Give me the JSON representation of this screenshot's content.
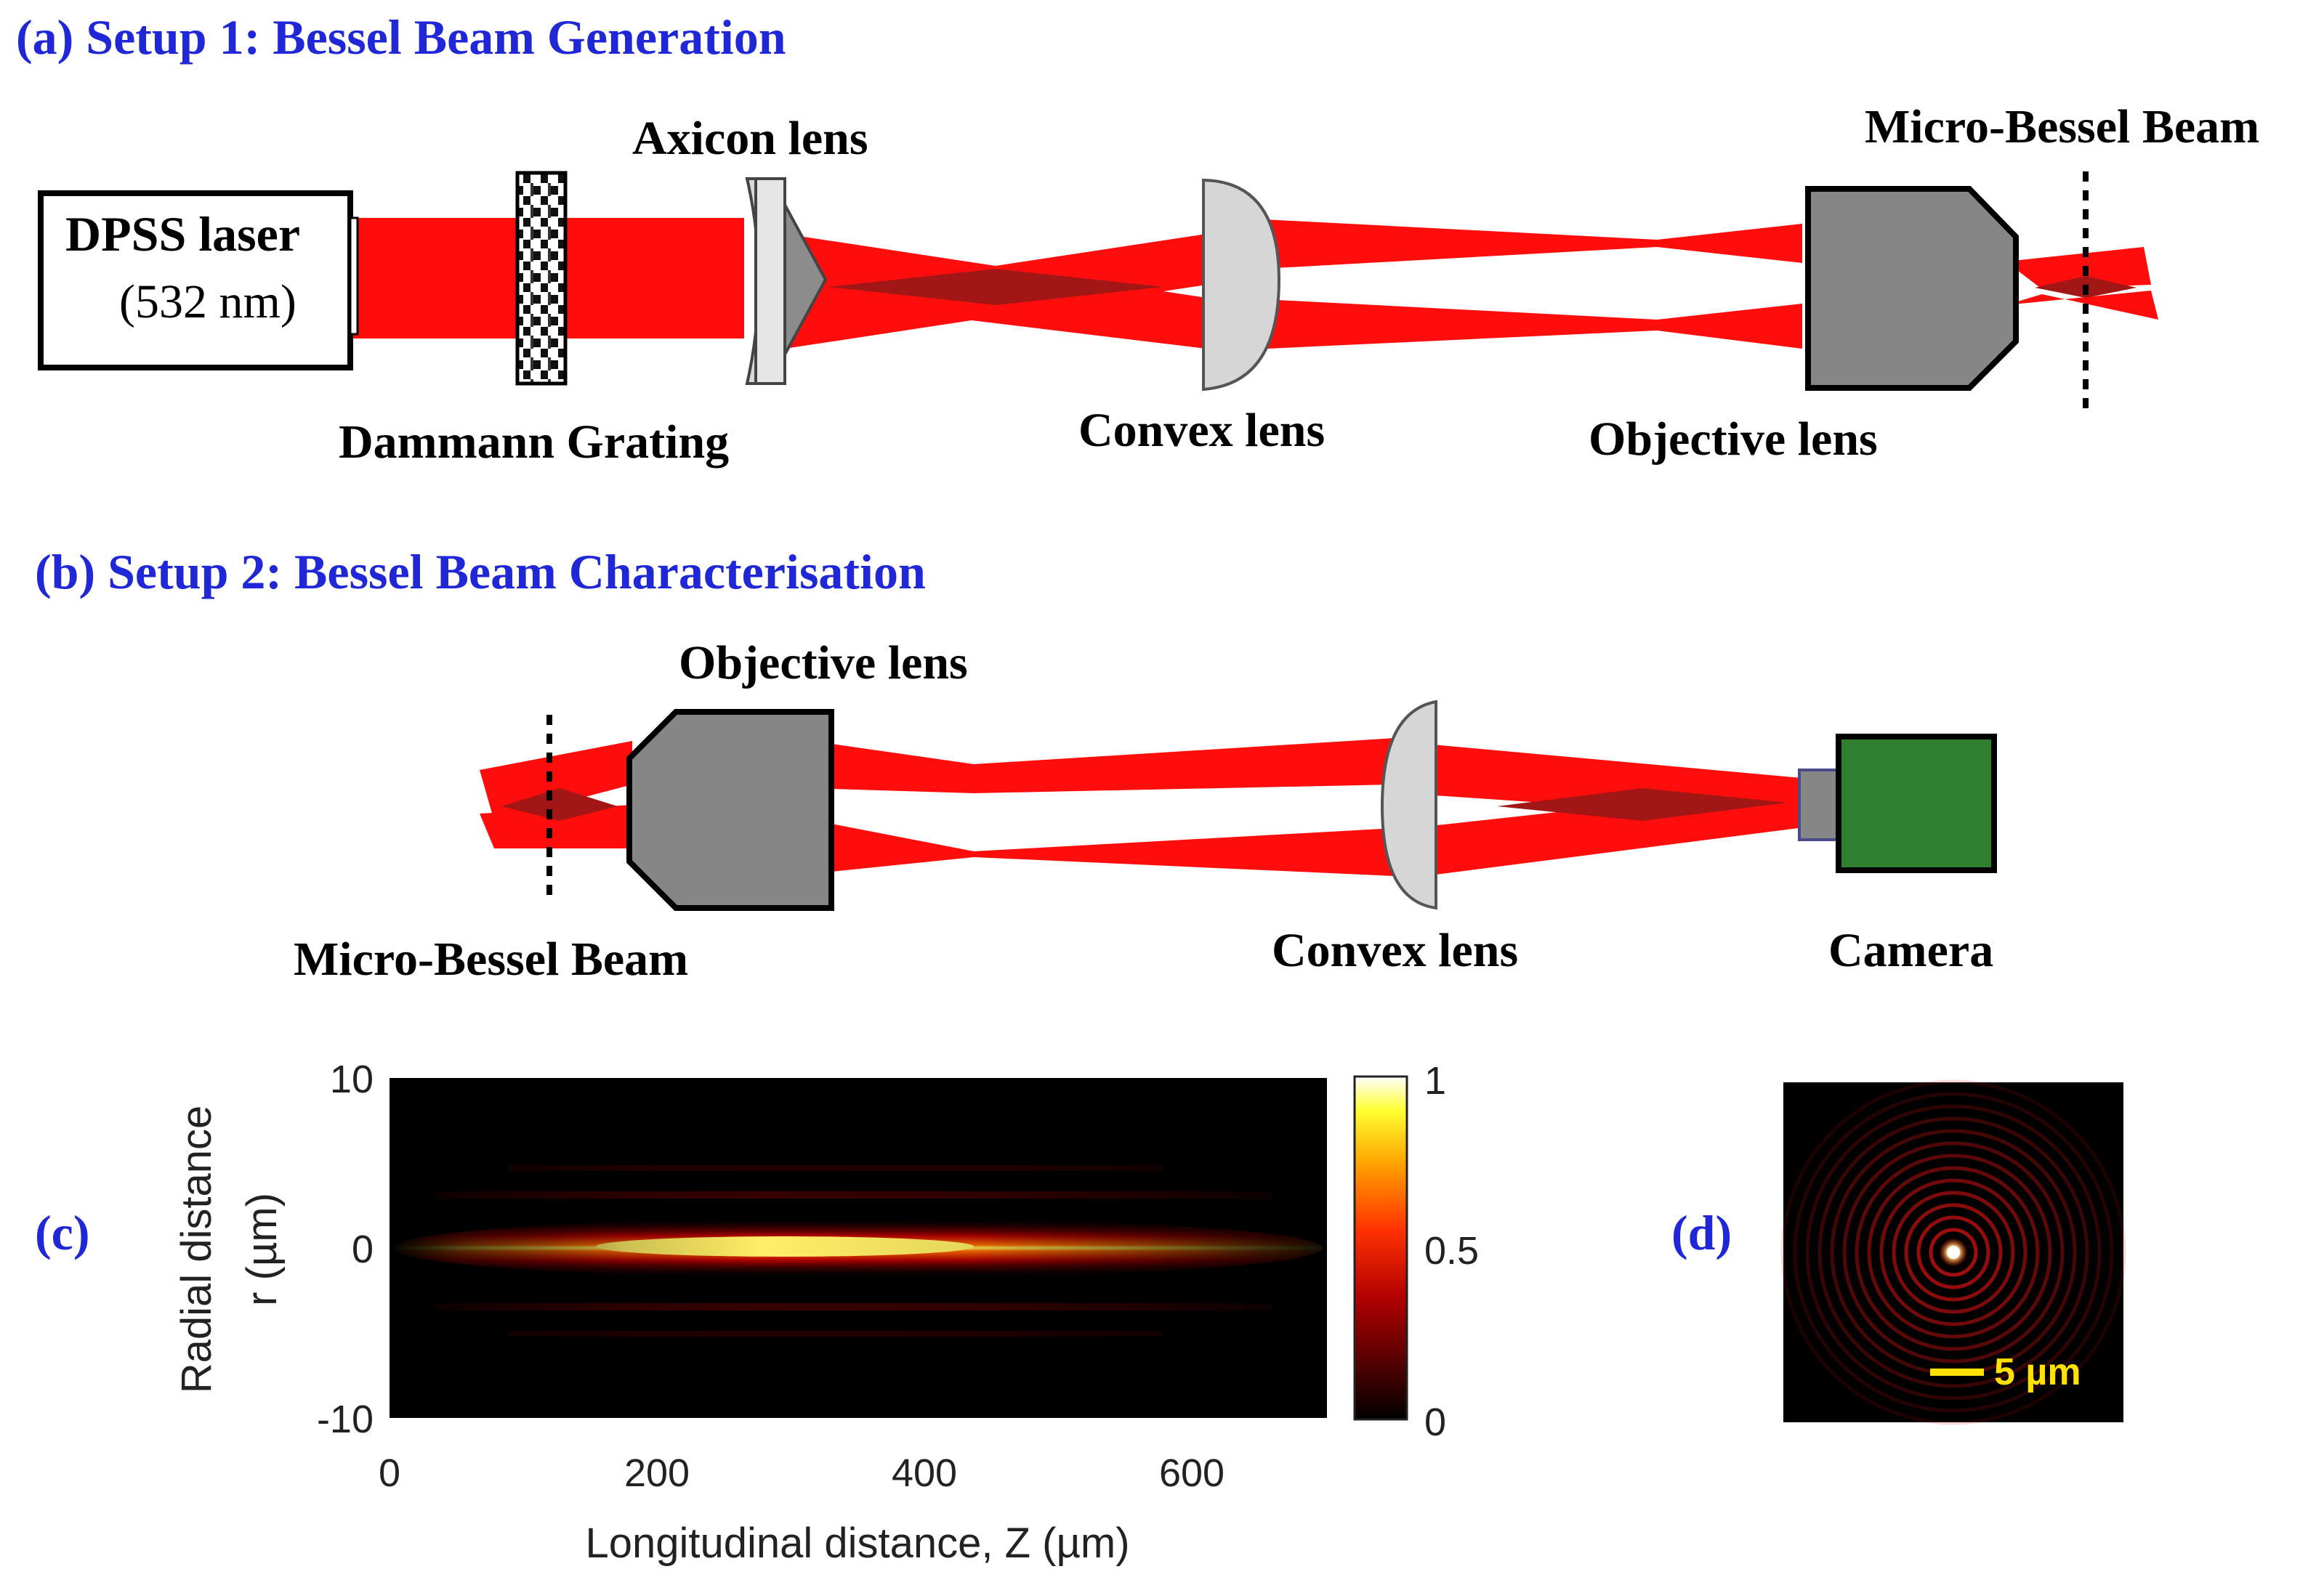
{
  "setup1": {
    "title": "(a) Setup 1: Bessel Beam Generation",
    "laser_name": "DPSS laser",
    "laser_wavelength": "(532 nm)",
    "grating": "Dammann  Grating",
    "axicon": "Axicon lens",
    "convex": "Convex lens",
    "objective": "Objective lens",
    "beam": "Micro-Bessel Beam"
  },
  "setup2": {
    "title": "(b) Setup 2: Bessel Beam Characterisation",
    "objective": "Objective lens",
    "beam": "Micro-Bessel Beam",
    "convex": "Convex lens",
    "camera": "Camera"
  },
  "panel_c": {
    "label": "(c)"
  },
  "panel_d": {
    "label": "(d)",
    "scalebar": "5 µm"
  },
  "colors": {
    "title": "#1f27d6",
    "beam": "#ff0d0d",
    "beam_overlap": "#a21616",
    "objective": "#868686",
    "lens": "#d6d6d6",
    "camera": "#2f7f2f",
    "scalebar": "#ffe100"
  },
  "chart_data": {
    "type": "heatmap",
    "xlabel": "Longitudinal distance, Z (µm)",
    "ylabel_line1": "Radial distance",
    "ylabel_line2": "r (µm)",
    "xlim": [
      0,
      700
    ],
    "ylim": [
      -10,
      10
    ],
    "xticks": [
      "0",
      "200",
      "400",
      "600"
    ],
    "yticks": [
      "10",
      "0",
      "-10"
    ],
    "colorbar_ticks": [
      "1",
      "0.5",
      "0"
    ],
    "colorbar_range": [
      0,
      1
    ],
    "colormap": "hot",
    "profile_center_r": 0,
    "on_axis_intensity": [
      {
        "z": 40,
        "value": 0.2
      },
      {
        "z": 100,
        "value": 0.55
      },
      {
        "z": 200,
        "value": 0.78
      },
      {
        "z": 280,
        "value": 1.0
      },
      {
        "z": 360,
        "value": 0.9
      },
      {
        "z": 440,
        "value": 0.72
      },
      {
        "z": 520,
        "value": 0.55
      },
      {
        "z": 600,
        "value": 0.3
      },
      {
        "z": 680,
        "value": 0.12
      }
    ]
  }
}
